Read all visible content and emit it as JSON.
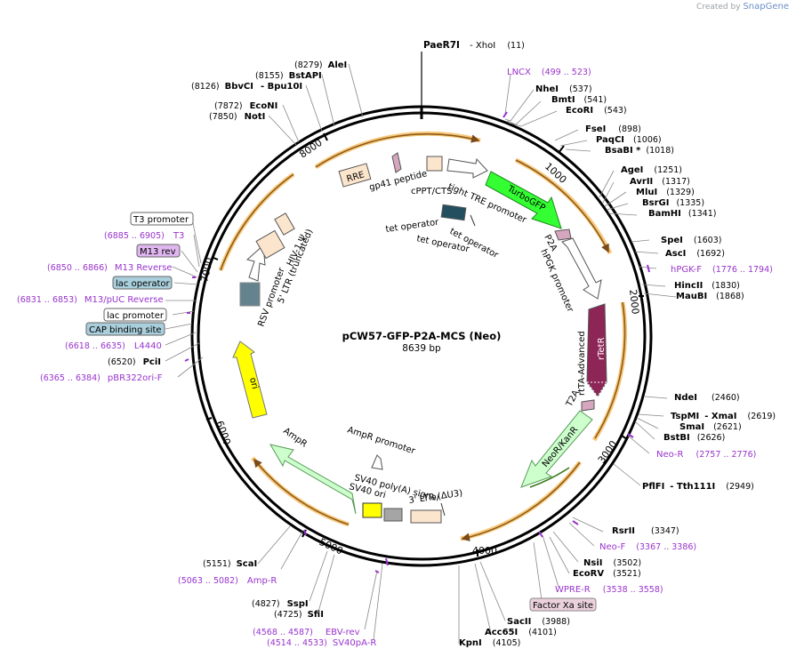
{
  "header": {
    "created_by": "Created by",
    "brand": "SnapGene"
  },
  "plasmid": {
    "name": "pCW57-GFP-P2A-MCS (Neo)",
    "length_label": "8639 bp",
    "length": 8639
  },
  "ticks": [
    "1000",
    "2000",
    "3000",
    "4000",
    "5000",
    "6000",
    "7000",
    "8000"
  ],
  "features": [
    {
      "id": "rre",
      "label": "RRE",
      "fill": "#fce5cd"
    },
    {
      "id": "gp41",
      "label": "gp41 peptide",
      "fill": "#d5a6bd"
    },
    {
      "id": "cppt",
      "label": "cPPT/CTS",
      "fill": "#fce5cd"
    },
    {
      "id": "tre",
      "label": "tight TRE promoter",
      "fill": "#ffffff"
    },
    {
      "id": "turbogfp",
      "label": "TurboGFP",
      "fill": "#33ff33"
    },
    {
      "id": "tetop1",
      "label": "tet operator",
      "fill": "#234f5f"
    },
    {
      "id": "tetop2",
      "label": "tet operator",
      "fill": "#234f5f"
    },
    {
      "id": "tetop3",
      "label": "tet operator",
      "fill": "#234f5f"
    },
    {
      "id": "p2a",
      "label": "P2A",
      "fill": "#d5a6bd"
    },
    {
      "id": "hpgk",
      "label": "hPGK promoter",
      "fill": "#ffffff"
    },
    {
      "id": "rtetr",
      "label": "rTetR",
      "fill": "#8e2557"
    },
    {
      "id": "rtta",
      "label": "rtTA-Advanced",
      "fill": "#ffffff"
    },
    {
      "id": "t2a",
      "label": "T2A",
      "fill": "#d5a6bd"
    },
    {
      "id": "neor",
      "label": "NeoR/KanR",
      "fill": "#ccffcc"
    },
    {
      "id": "ltr3",
      "label": "3' LTR (ΔU3)",
      "fill": "#fce5cd"
    },
    {
      "id": "sv40pa",
      "label": "SV40 poly(A) signal",
      "fill": "#a5a5a5"
    },
    {
      "id": "sv40ori",
      "label": "SV40 ori",
      "fill": "#ffff00"
    },
    {
      "id": "amppromoter",
      "label": "AmpR promoter",
      "fill": "#ffffff"
    },
    {
      "id": "ampr",
      "label": "AmpR",
      "fill": "#ccffcc"
    },
    {
      "id": "ori",
      "label": "ori",
      "fill": "#ffff00"
    },
    {
      "id": "rsv",
      "label": "RSV promoter",
      "fill": "#ffffff"
    },
    {
      "id": "ltr5",
      "label": "5' LTR (truncated)",
      "fill": "#fce5cd"
    },
    {
      "id": "hiv",
      "label": "HIV-1 Ψ",
      "fill": "#fce5cd"
    }
  ],
  "sites": [
    {
      "id": "paer7i",
      "name": "PaeR7I",
      "pre": "",
      "post": "- XhoI",
      "pos": "(11)",
      "color": "#000000"
    },
    {
      "id": "lncx",
      "name": "LNCX",
      "pre": "",
      "post": "",
      "pos": "(499 .. 523)",
      "color": "#9933cc"
    },
    {
      "id": "nhei",
      "name": "NheI",
      "pre": "",
      "post": "",
      "pos": "(537)",
      "color": "#000000"
    },
    {
      "id": "bmti",
      "name": "BmtI",
      "pre": "",
      "post": "",
      "pos": "(541)",
      "color": "#000000"
    },
    {
      "id": "ecori",
      "name": "EcoRI",
      "pre": "",
      "post": "",
      "pos": "(543)",
      "color": "#000000"
    },
    {
      "id": "fsei",
      "name": "FseI",
      "pre": "",
      "post": "",
      "pos": "(898)",
      "color": "#000000"
    },
    {
      "id": "paqci",
      "name": "PaqCI",
      "pre": "",
      "post": "",
      "pos": "(1006)",
      "color": "#000000"
    },
    {
      "id": "bsabi",
      "name": "BsaBI *",
      "pre": "",
      "post": "",
      "pos": "(1018)",
      "color": "#000000"
    },
    {
      "id": "agei",
      "name": "AgeI",
      "pre": "",
      "post": "",
      "pos": "(1251)",
      "color": "#000000"
    },
    {
      "id": "avrii",
      "name": "AvrII",
      "pre": "",
      "post": "",
      "pos": "(1317)",
      "color": "#000000"
    },
    {
      "id": "mlui",
      "name": "MluI",
      "pre": "",
      "post": "",
      "pos": "(1329)",
      "color": "#000000"
    },
    {
      "id": "bsrgi",
      "name": "BsrGI",
      "pre": "",
      "post": "",
      "pos": "(1335)",
      "color": "#000000"
    },
    {
      "id": "bamhi",
      "name": "BamHI",
      "pre": "",
      "post": "",
      "pos": "(1341)",
      "color": "#000000"
    },
    {
      "id": "spei",
      "name": "SpeI",
      "pre": "",
      "post": "",
      "pos": "(1603)",
      "color": "#000000"
    },
    {
      "id": "asci",
      "name": "AscI",
      "pre": "",
      "post": "",
      "pos": "(1692)",
      "color": "#000000"
    },
    {
      "id": "hpgkf",
      "name": "hPGK-F",
      "pre": "",
      "post": "",
      "pos": "(1776 .. 1794)",
      "color": "#9933cc"
    },
    {
      "id": "hincii",
      "name": "HincII",
      "pre": "",
      "post": "",
      "pos": "(1830)",
      "color": "#000000"
    },
    {
      "id": "maubi",
      "name": "MauBI",
      "pre": "",
      "post": "",
      "pos": "(1868)",
      "color": "#000000"
    },
    {
      "id": "ndei",
      "name": "NdeI",
      "pre": "",
      "post": "",
      "pos": "(2460)",
      "color": "#000000"
    },
    {
      "id": "tspmi",
      "name": "TspMI",
      "pre": "",
      "post": "- XmaI",
      "pos": "(2619)",
      "color": "#000000"
    },
    {
      "id": "smai",
      "name": "SmaI",
      "pre": "",
      "post": "",
      "pos": "(2621)",
      "color": "#000000"
    },
    {
      "id": "bstbi",
      "name": "BstBI",
      "pre": "",
      "post": "",
      "pos": "(2626)",
      "color": "#000000"
    },
    {
      "id": "neor_p",
      "name": "Neo-R",
      "pre": "",
      "post": "",
      "pos": "(2757 .. 2776)",
      "color": "#9933cc"
    },
    {
      "id": "pflfi",
      "name": "PflFI",
      "pre": "",
      "post": "- Tth111I",
      "pos": "(2949)",
      "color": "#000000"
    },
    {
      "id": "rsrii",
      "name": "RsrII",
      "pre": "",
      "post": "",
      "pos": "(3347)",
      "color": "#000000"
    },
    {
      "id": "neof",
      "name": "Neo-F",
      "pre": "",
      "post": "",
      "pos": "(3367 .. 3386)",
      "color": "#9933cc"
    },
    {
      "id": "nsii",
      "name": "NsiI",
      "pre": "",
      "post": "",
      "pos": "(3502)",
      "color": "#000000"
    },
    {
      "id": "ecorv",
      "name": "EcoRV",
      "pre": "",
      "post": "",
      "pos": "(3521)",
      "color": "#000000"
    },
    {
      "id": "wprer",
      "name": "WPRE-R",
      "pre": "",
      "post": "",
      "pos": "(3538 .. 3558)",
      "color": "#9933cc"
    },
    {
      "id": "factorxa",
      "name": "Factor Xa site",
      "pre": "",
      "post": "",
      "pos": "",
      "color": "#000000",
      "box": "#ead1dc"
    },
    {
      "id": "sacii",
      "name": "SacII",
      "pre": "",
      "post": "",
      "pos": "(3988)",
      "color": "#000000"
    },
    {
      "id": "acc65i",
      "name": "Acc65I",
      "pre": "",
      "post": "",
      "pos": "(4101)",
      "color": "#000000"
    },
    {
      "id": "kpni",
      "name": "KpnI",
      "pre": "",
      "post": "",
      "pos": "(4105)",
      "color": "#000000"
    },
    {
      "id": "sv40par",
      "name": "SV40pA-R",
      "pre": "(4514 .. 4533)",
      "post": "",
      "pos": "",
      "color": "#9933cc"
    },
    {
      "id": "ebvrev",
      "name": "EBV-rev",
      "pre": "(4568 .. 4587)",
      "post": "",
      "pos": "",
      "color": "#9933cc"
    },
    {
      "id": "sfii",
      "name": "SfiI",
      "pre": "(4725)",
      "post": "",
      "pos": "",
      "color": "#000000"
    },
    {
      "id": "sspi",
      "name": "SspI",
      "pre": "(4827)",
      "post": "",
      "pos": "",
      "color": "#000000"
    },
    {
      "id": "ampr_p",
      "name": "Amp-R",
      "pre": "(5063 .. 5082)",
      "post": "",
      "pos": "",
      "color": "#9933cc"
    },
    {
      "id": "scai",
      "name": "ScaI",
      "pre": "(5151)",
      "post": "",
      "pos": "",
      "color": "#000000"
    },
    {
      "id": "pbr322",
      "name": "pBR322ori-F",
      "pre": "(6365 .. 6384)",
      "post": "",
      "pos": "",
      "color": "#9933cc"
    },
    {
      "id": "pcii",
      "name": "PciI",
      "pre": "(6520)",
      "post": "",
      "pos": "",
      "color": "#000000"
    },
    {
      "id": "l4440",
      "name": "L4440",
      "pre": "(6618 .. 6635)",
      "post": "",
      "pos": "",
      "color": "#9933cc"
    },
    {
      "id": "cap",
      "name": "CAP binding site",
      "pre": "",
      "post": "",
      "pos": "",
      "color": "#000000",
      "box": "#a9cfdc"
    },
    {
      "id": "lacpromoter",
      "name": "lac promoter",
      "pre": "",
      "post": "",
      "pos": "",
      "color": "#000000",
      "box": "#ffffff"
    },
    {
      "id": "m13puc",
      "name": "M13/pUC Reverse",
      "pre": "(6831 .. 6853)",
      "post": "",
      "pos": "",
      "color": "#9933cc"
    },
    {
      "id": "lacop",
      "name": "lac operator",
      "pre": "",
      "post": "",
      "pos": "",
      "color": "#000000",
      "box": "#a9cfdc"
    },
    {
      "id": "m13reverse",
      "name": "M13 Reverse",
      "pre": "(6850 .. 6866)",
      "post": "",
      "pos": "",
      "color": "#9933cc"
    },
    {
      "id": "m13rev",
      "name": "M13 rev",
      "pre": "",
      "post": "",
      "pos": "",
      "color": "#000000",
      "box": "#dfb6ef"
    },
    {
      "id": "t3",
      "name": "T3",
      "pre": "(6885 .. 6905)",
      "post": "",
      "pos": "",
      "color": "#9933cc"
    },
    {
      "id": "t3promoter",
      "name": "T3 promoter",
      "pre": "",
      "post": "",
      "pos": "",
      "color": "#000000",
      "box": "#ffffff"
    },
    {
      "id": "noti",
      "name": "NotI",
      "pre": "(7850)",
      "post": "",
      "pos": "",
      "color": "#000000"
    },
    {
      "id": "econi",
      "name": "EcoNI",
      "pre": "(7872)",
      "post": "",
      "pos": "",
      "color": "#000000"
    },
    {
      "id": "bbvci",
      "name": "BbvCI",
      "pre": "(8126)",
      "post": "- Bpu10I",
      "pos": "",
      "color": "#000000"
    },
    {
      "id": "bstapi",
      "name": "BstAPI",
      "pre": "(8155)",
      "post": "",
      "pos": "",
      "color": "#000000"
    },
    {
      "id": "alei",
      "name": "AleI",
      "pre": "(8279)",
      "post": "",
      "pos": "",
      "color": "#000000"
    }
  ]
}
